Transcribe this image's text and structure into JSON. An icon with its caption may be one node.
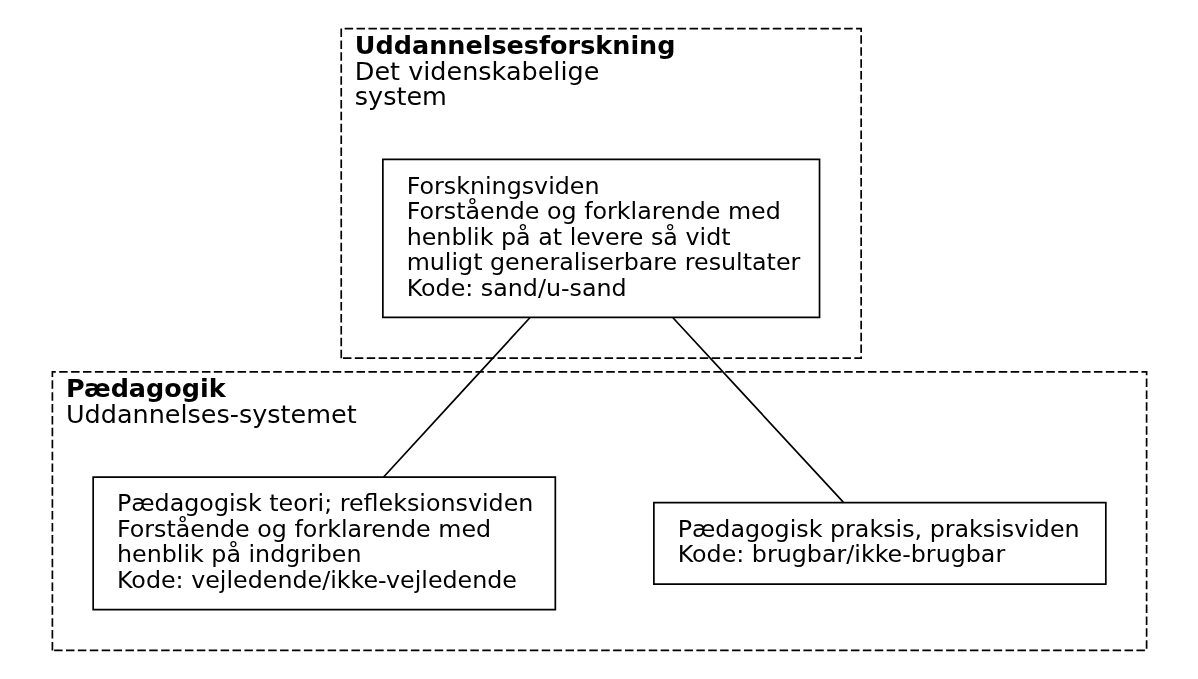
{
  "diagram": {
    "nodes": [
      {
        "text": [
          "Uddannelsesforskning",
          "Det videnskabelige system"
        ]
      },
      {
        "text": [
          "Forskningsviden",
          "Forstående og forklarende med henblik på at levere så vidt muligt generaliserbare resultater",
          "Kode: sand/u-sand"
        ],
        "in": 0
      },
      {
        "text": [
          "Pædagogik",
          "Uddannelses-systemet"
        ]
      },
      {
        "text": [
          "Pædagogisk praksis, praksisviden",
          "Kode: brugbar/ikke-brugbar"
        ],
        "in": 2
      },
      {
        "text": [
          "Pædagogisk teori; refleksionsviden",
          "Forstående og forklarende med henblik på indgriben",
          "Kode: vejledende/ikke-vejledende"
        ],
        "in": 2
      }
    ],
    "edges": [
      {
        "from": 1,
        "to": 3,
        "arrow": "none"
      },
      {
        "from": 1,
        "to": 4,
        "arrow": "none"
      }
    ]
  }
}
